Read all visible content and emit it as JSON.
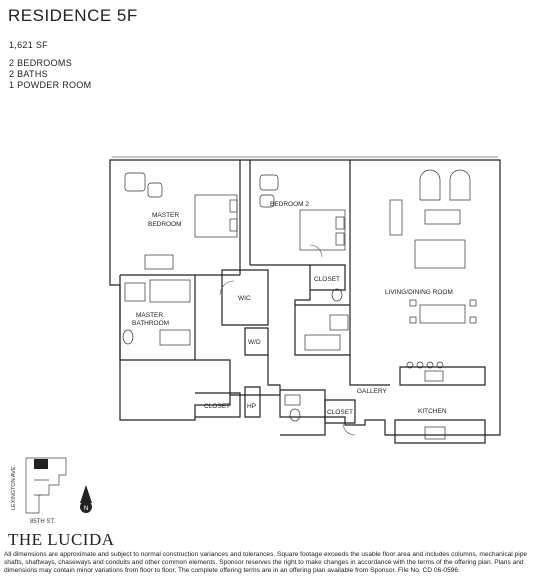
{
  "header": {
    "title": "RESIDENCE 5F",
    "square_feet": "1,621 SF",
    "rooms": [
      "2 BEDROOMS",
      "2 BATHS",
      "1 POWDER ROOM"
    ]
  },
  "plan": {
    "labels": {
      "master_bedroom_1": "MASTER",
      "master_bedroom_2": "BEDROOM",
      "bedroom2": "BEDROOM 2",
      "master_bath_1": "MASTER",
      "master_bath_2": "BATHROOM",
      "wic": "WIC",
      "wd": "W/D",
      "closet_bed2": "CLOSET",
      "living": "LIVING/DINING ROOM",
      "gallery": "GALLERY",
      "kitchen": "KITCHEN",
      "closet_entry": "CLOSET",
      "hp": "HP",
      "closet_hall": "CLOSET"
    }
  },
  "keymap": {
    "street_vertical": "LEXINGTON AVE.",
    "street_horizontal": "85TH ST.",
    "compass": "N"
  },
  "footer": {
    "brand": "THE LUCIDA",
    "disclaimer": "All dimensions are approximate and subject to normal construction variances and tolerances. Square footage exceeds the usable floor area and includes columns, mechanical pipe shafts, shaftways, chaseways and conduits and other common elements. Sponsor reserves the right to make changes in accordance with the terms of the offering plan. Plans and dimensions may contain minor variations from floor to floor. The complete offering terms are in an offering plan available from Sponsor. File No. CD 06-0596."
  }
}
